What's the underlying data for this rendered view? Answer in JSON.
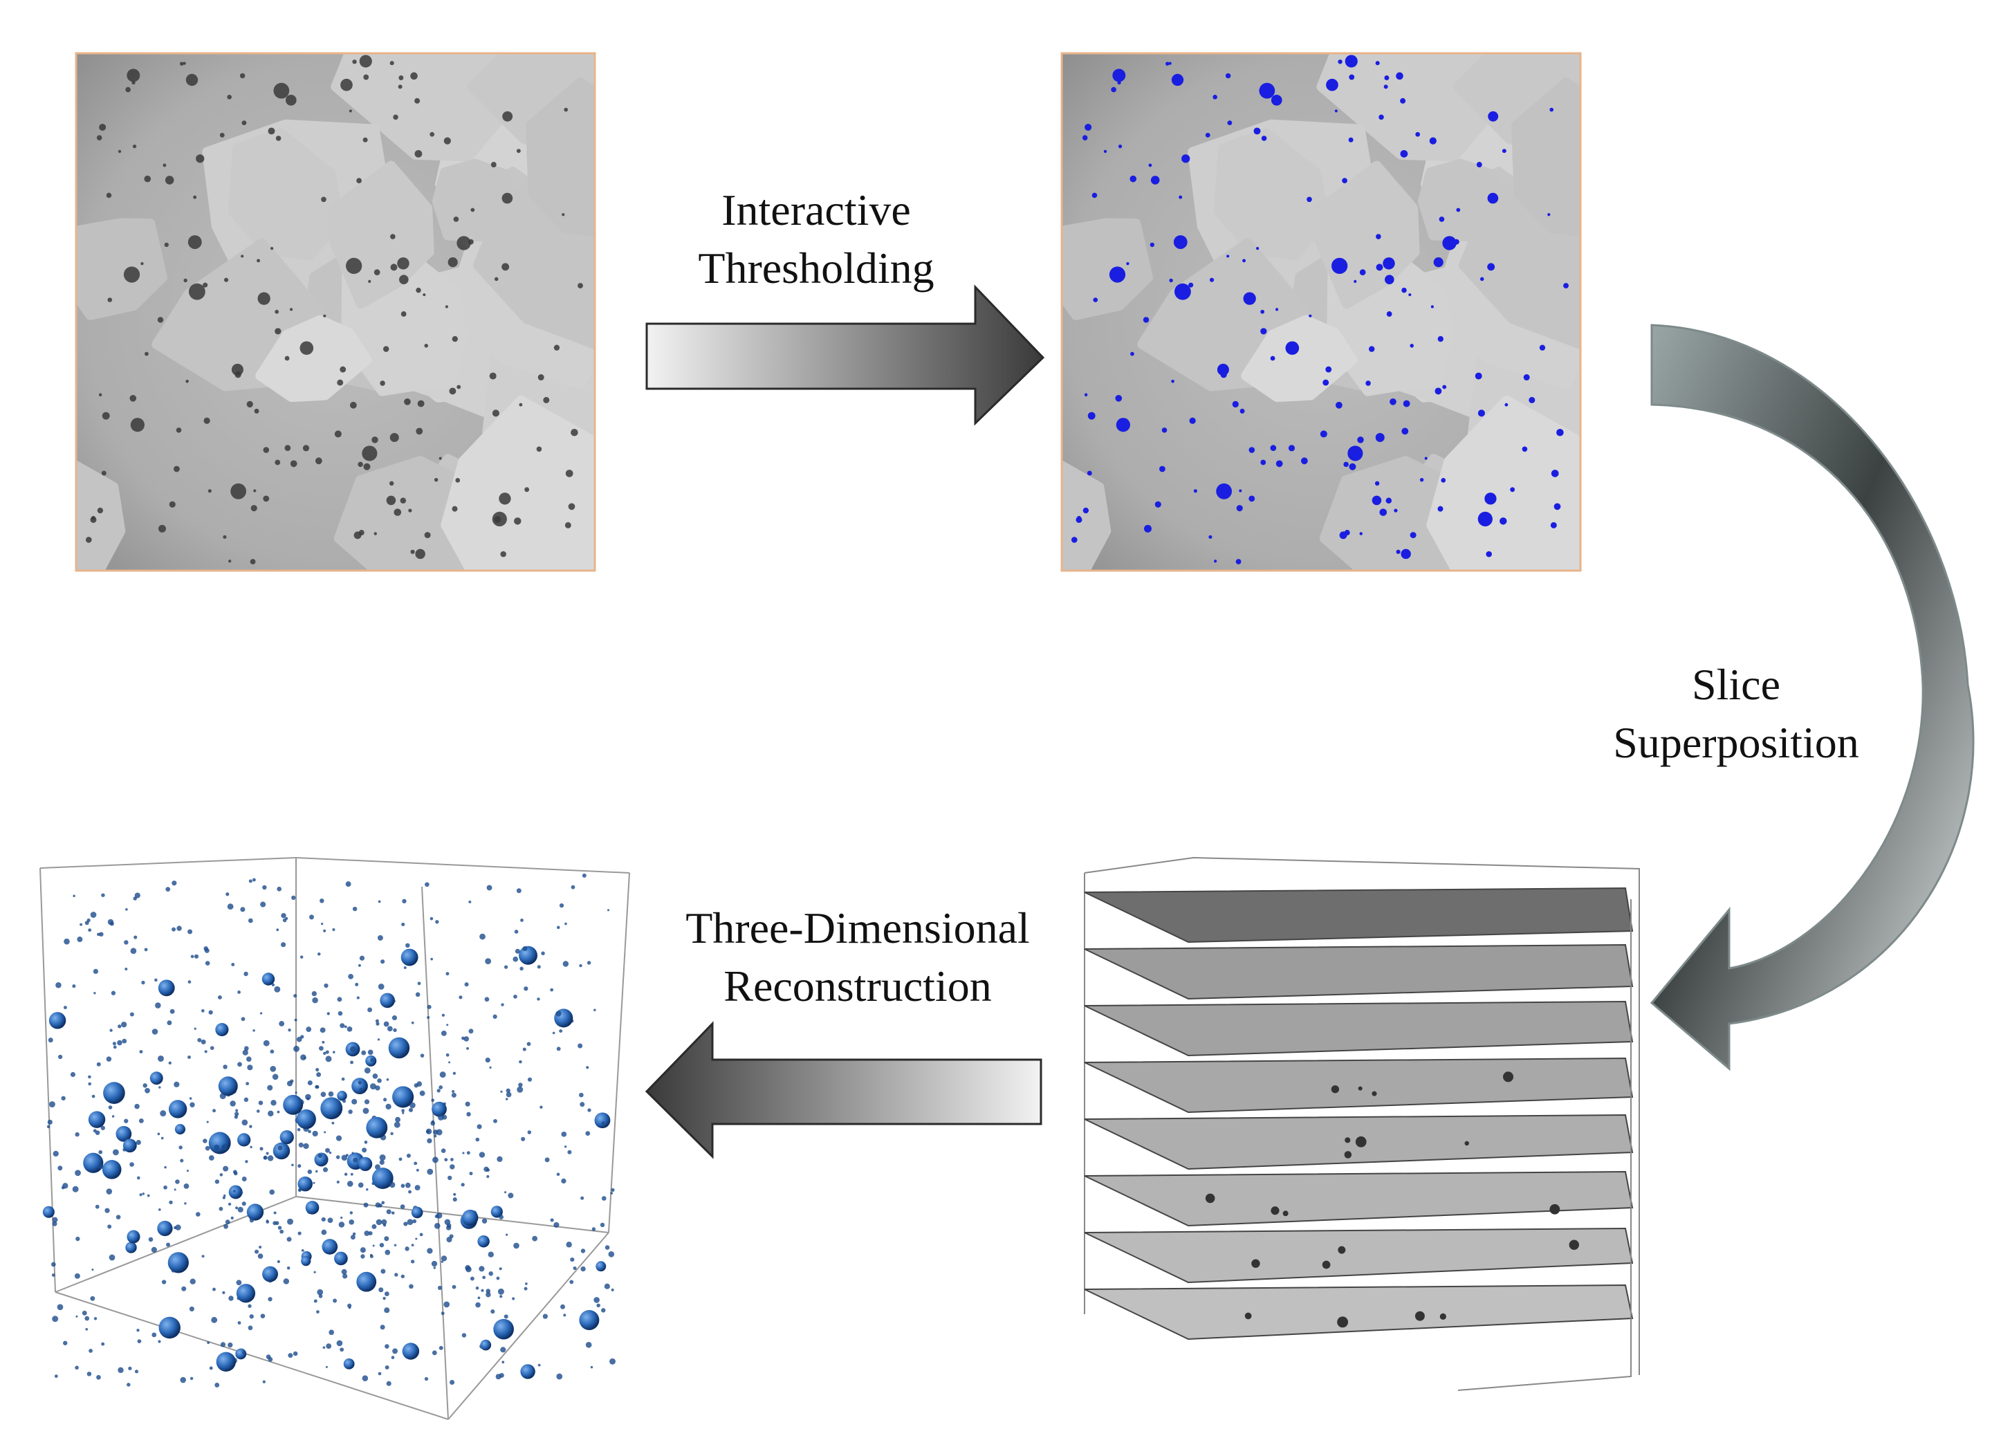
{
  "steps": {
    "thresholding": {
      "line1": "Interactive",
      "line2": "Thresholding"
    },
    "superposition": {
      "line1": "Slice",
      "line2": "Superposition"
    },
    "reconstruction": {
      "line1": "Three-Dimensional",
      "line2": "Reconstruction"
    }
  },
  "colors": {
    "pore_highlight": "#1a1ee0",
    "pore_3d": "#1f5aa8",
    "frame_border": "#e8b48a",
    "slice_gray": "#a9a9a9"
  }
}
